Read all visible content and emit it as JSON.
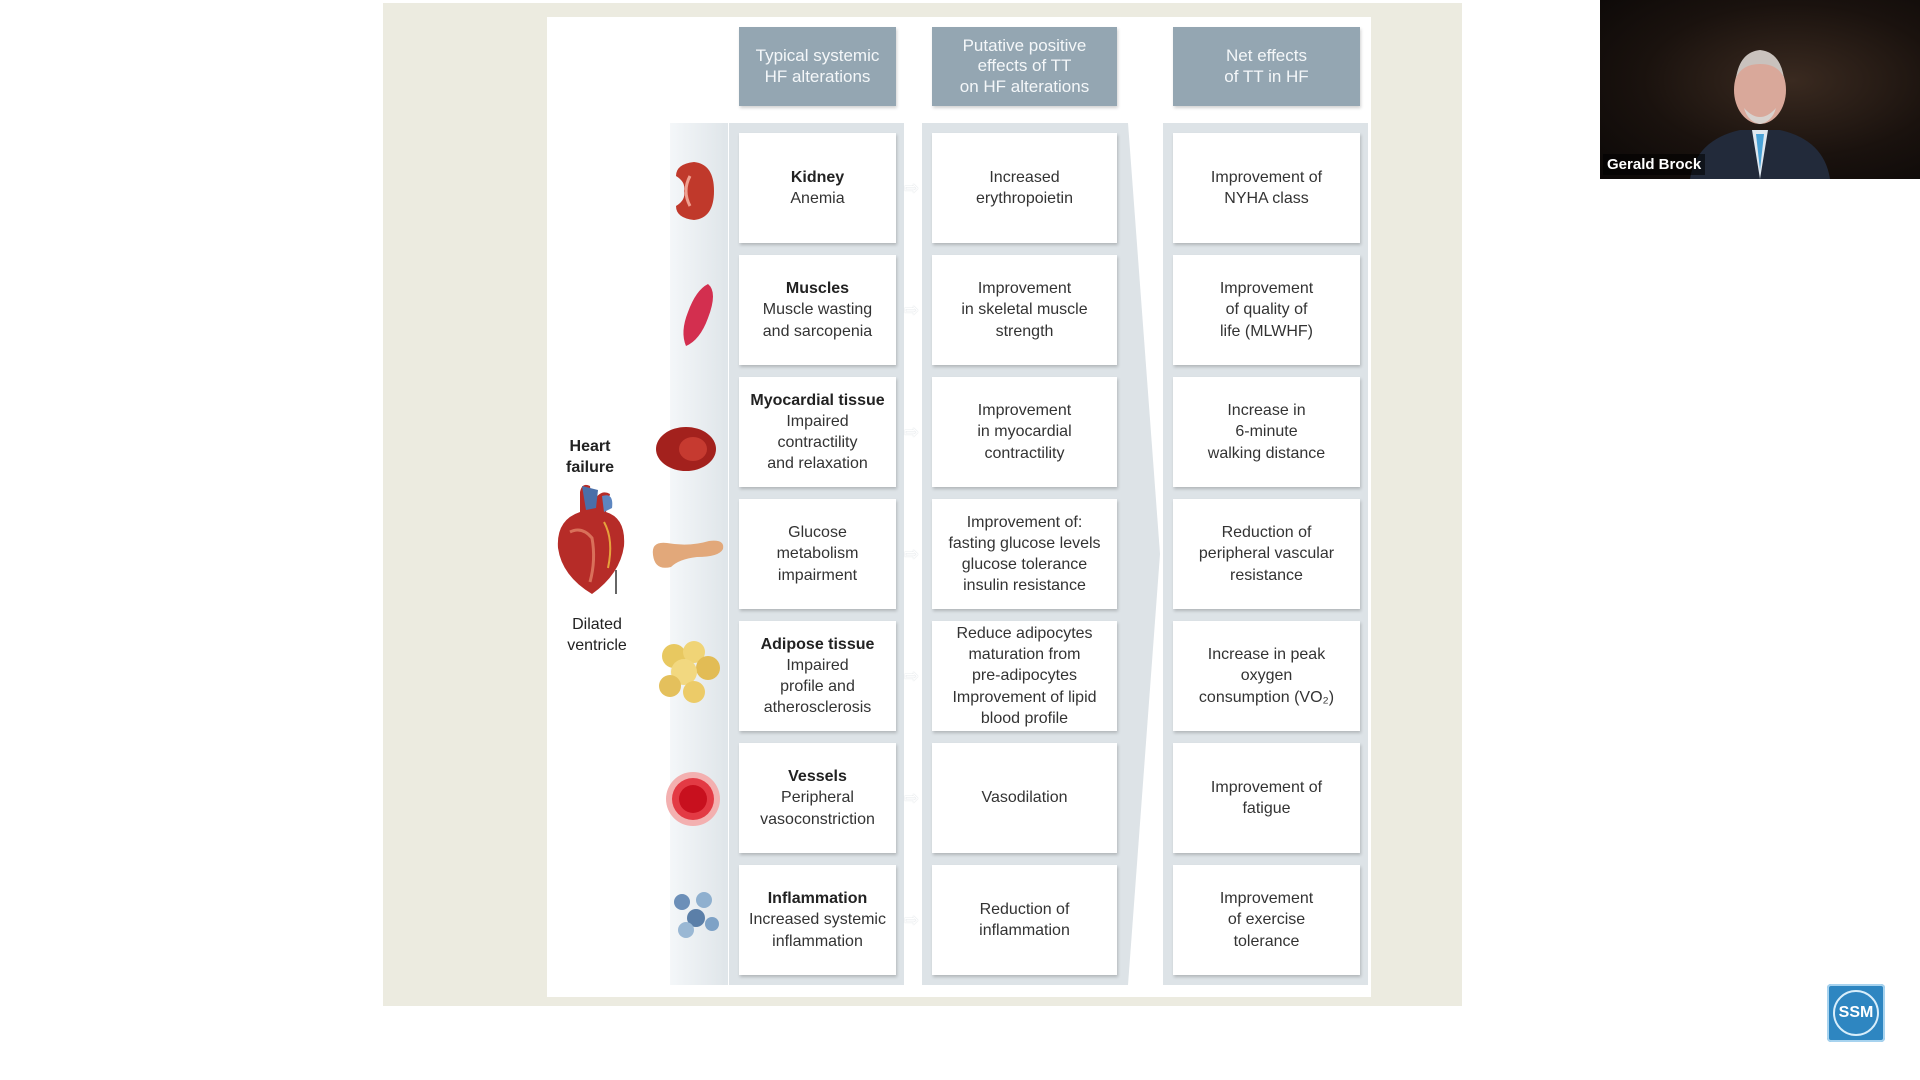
{
  "slide": {
    "headers": [
      "Typical systemic\nHF alterations",
      "Putative positive\neffects of TT\non HF alterations",
      "Net effects\nof TT in HF"
    ],
    "heart_label": "Heart\nfailure",
    "ventricle_label": "Dilated\nventricle",
    "rows": [
      {
        "organ_icon": "kidney-icon",
        "alteration_title": "Kidney",
        "alteration_desc": "Anemia",
        "effect": "Increased\nerythropoietin"
      },
      {
        "organ_icon": "muscle-icon",
        "alteration_title": "Muscles",
        "alteration_desc": "Muscle wasting\nand sarcopenia",
        "effect": "Improvement\nin skeletal muscle\nstrength"
      },
      {
        "organ_icon": "myocardium-icon",
        "alteration_title": "Myocardial tissue",
        "alteration_desc": "Impaired\ncontractility\nand relaxation",
        "effect": "Improvement\nin myocardial\ncontractility"
      },
      {
        "organ_icon": "pancreas-icon",
        "alteration_title": "",
        "alteration_desc": "Glucose\nmetabolism\nimpairment",
        "effect": "Improvement of:\nfasting glucose levels\nglucose tolerance\ninsulin resistance"
      },
      {
        "organ_icon": "adipose-icon",
        "alteration_title": "Adipose tissue",
        "alteration_desc": "Impaired\nprofile and\natherosclerosis",
        "effect": "Reduce adipocytes\nmaturation from\npre-adipocytes\nImprovement of lipid\nblood profile"
      },
      {
        "organ_icon": "vessel-icon",
        "alteration_title": "Vessels",
        "alteration_desc": "Peripheral\nvasoconstriction",
        "effect": "Vasodilation"
      },
      {
        "organ_icon": "inflammation-cells-icon",
        "alteration_title": "Inflammation",
        "alteration_desc": "Increased systemic\ninflammation",
        "effect": "Reduction of\ninflammation"
      }
    ],
    "net_effects": [
      "Improvement of\nNYHA class",
      "Improvement\nof quality of\nlife (MLWHF)",
      "Increase in\n6-minute\nwalking distance",
      "Reduction of\nperipheral vascular\nresistance",
      "Increase in peak\noxygen\nconsumption (VO₂)",
      "Improvement of\nfatigue",
      "Improvement\nof exercise\ntolerance"
    ]
  },
  "webcam": {
    "name": "Gerald Brock"
  },
  "logo": {
    "text": "SSM"
  },
  "colors": {
    "header_bg": "#94a6b2",
    "slide_frame_bg": "#ecebe0",
    "column_bg": "#dde3e7"
  }
}
